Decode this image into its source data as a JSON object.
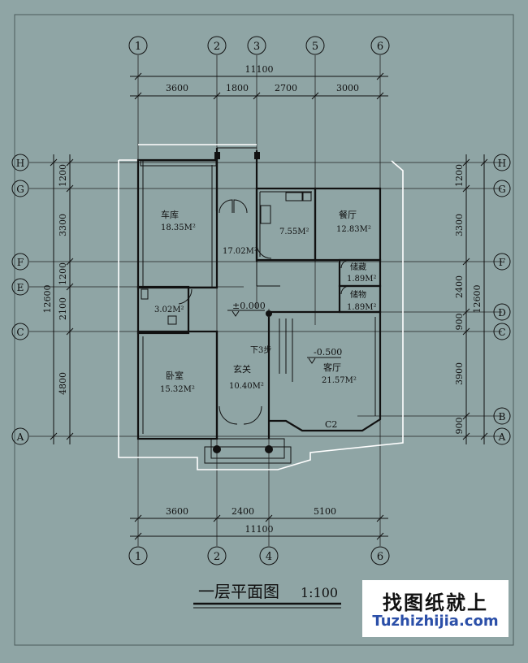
{
  "title": "一层平面图",
  "scale": "1:100",
  "watermark": {
    "cn": "找图纸就上",
    "url": "Tuzhizhijia.com"
  },
  "top_axes": [
    "1",
    "2",
    "3",
    "5",
    "6"
  ],
  "bottom_axes": [
    "1",
    "2",
    "4",
    "6"
  ],
  "left_axes": [
    "H",
    "G",
    "F",
    "E",
    "C",
    "A"
  ],
  "right_axes": [
    "H",
    "G",
    "F",
    "D",
    "C",
    "B",
    "A"
  ],
  "top_total": "11100",
  "top_dims": [
    "3600",
    "1800",
    "2700",
    "3000"
  ],
  "bottom_total": "11100",
  "bottom_dims": [
    "3600",
    "2400",
    "5100"
  ],
  "left_total": "12600",
  "left_dims": [
    "1200",
    "3300",
    "1200",
    "2100",
    "4800"
  ],
  "right_total": "12600",
  "right_dims": [
    "1200",
    "3300",
    "2400",
    "900",
    "3900",
    "900"
  ],
  "rooms": [
    {
      "name": "车库",
      "area": "18.35M²"
    },
    {
      "name": "",
      "area": "17.02M²"
    },
    {
      "name": "",
      "area": "7.55M²"
    },
    {
      "name": "餐厅",
      "area": "12.83M²"
    },
    {
      "name": "储藏",
      "area": "1.89M²"
    },
    {
      "name": "储物",
      "area": "1.89M²"
    },
    {
      "name": "",
      "area": "3.02M²"
    },
    {
      "name": "卧室",
      "area": "15.32M²"
    },
    {
      "name": "玄关",
      "area": "10.40M²"
    },
    {
      "name": "客厅",
      "area": "21.57M²"
    }
  ],
  "labels": {
    "level0": "±0.000",
    "level1": "-0.500",
    "steps": "下3步",
    "window": "C2"
  }
}
